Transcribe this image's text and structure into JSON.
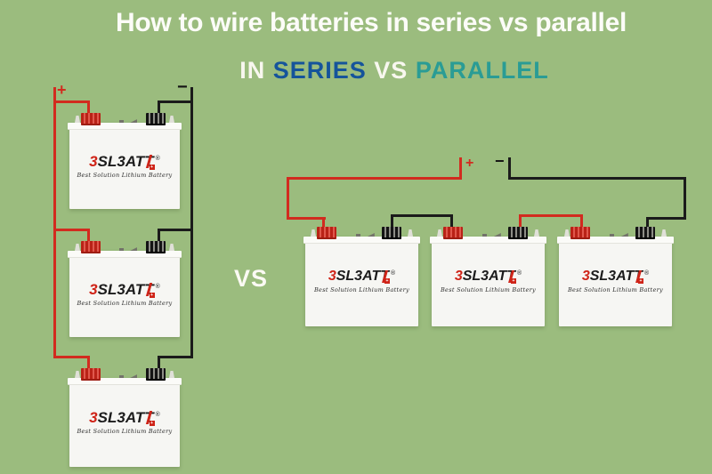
{
  "header": {
    "title": "How to wire batteries in series vs parallel",
    "subtitle_in": "IN",
    "subtitle_series": "SERIES",
    "subtitle_vs": "VS",
    "subtitle_parallel": "PARALLEL"
  },
  "divider": {
    "vs_label": "VS"
  },
  "series_diagram": {
    "positive_label": "+",
    "negative_label": "−"
  },
  "parallel_diagram": {
    "positive_label": "+",
    "negative_label": "−"
  },
  "battery": {
    "logo_b1": "3",
    "logo_sl": "SL",
    "logo_b2": "3",
    "logo_at": "AT",
    "logo_t2": "T",
    "logo_plus": "+",
    "logo_reg": "®",
    "tagline": "Best Solution Lithium Battery"
  },
  "colors": {
    "background": "#9bbc7e",
    "title_text": "#fcfcf8",
    "series_text": "#15549b",
    "parallel_text": "#2a9c95",
    "wire_red": "#d22b1f",
    "wire_black": "#1b1b1b",
    "battery_body": "#f6f6f3"
  }
}
